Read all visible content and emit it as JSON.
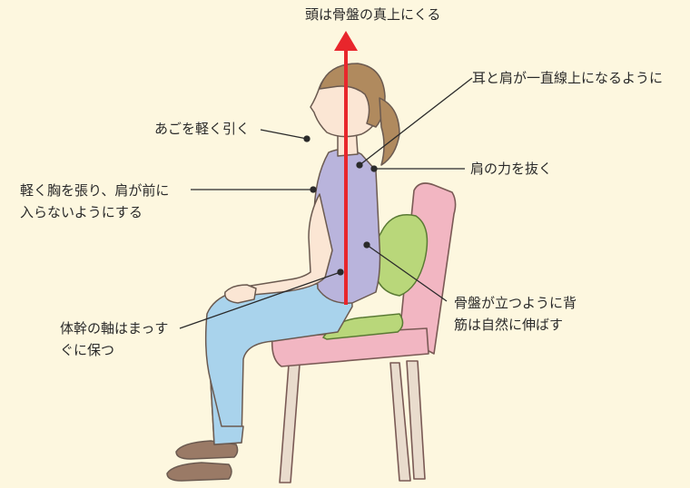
{
  "labels": {
    "top": "頭は骨盤の真上にくる",
    "ear": "耳と肩が一直線上になるように",
    "chin": "あごを軽く引く",
    "shoulder": "肩の力を抜く",
    "chest_line1": "軽く胸を張り、肩が前に",
    "chest_line2": "入らないようにする",
    "pelvis_line1": "骨盤が立つように背",
    "pelvis_line2": "筋は自然に伸ばす",
    "trunk_line1": "体幹の軸はまっす",
    "trunk_line2": "ぐに保つ"
  },
  "colors": {
    "background": "#fdf7df",
    "axis_arrow": "#e8262c",
    "shirt": "#b9b4dc",
    "pants": "#a9d3ec",
    "chair": "#f2b6c2",
    "cushion": "#b9d77a",
    "hair": "#b08a5e",
    "skin": "#fbe6d4",
    "shoes": "#9a7a66",
    "leader_line": "#2a2a2a"
  }
}
